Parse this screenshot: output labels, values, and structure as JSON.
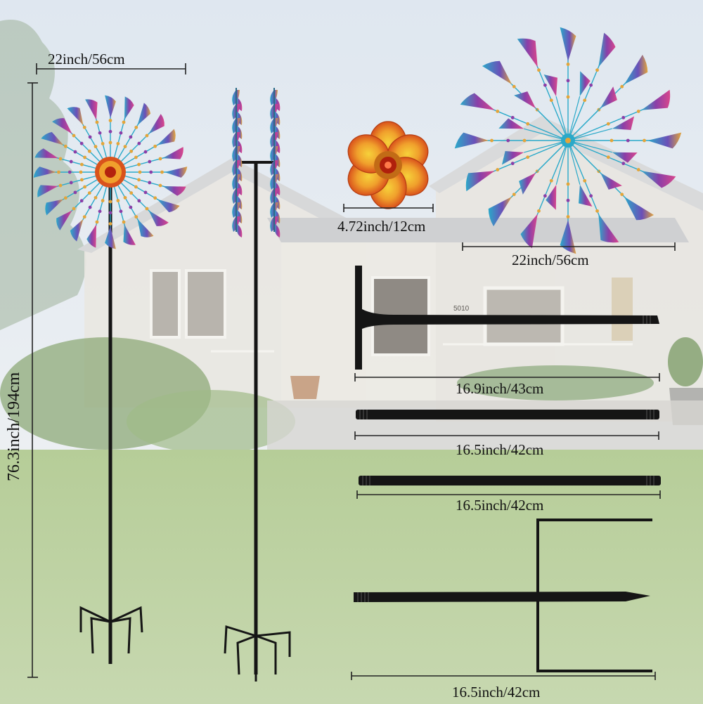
{
  "dimensions": {
    "spinner_width": "22inch/56cm",
    "total_height": "76.3inch/194cm",
    "flower_width": "4.72inch/12cm",
    "wheel_width": "22inch/56cm",
    "top_rod_length": "16.9inch/43cm",
    "middle_rod_1_length": "16.5inch/42cm",
    "middle_rod_2_length": "16.5inch/42cm",
    "stake_length": "16.5inch/42cm"
  },
  "house_number": "5010",
  "colors": {
    "sky": "#e6ecf3",
    "lawn": "#a9c58c",
    "house": "#eceae4",
    "rod": "#151515",
    "petal_teal": "#2aa9c9",
    "petal_purple": "#8a3fa8",
    "petal_pink": "#d9478c",
    "petal_gold": "#e3a53a",
    "flower_orange": "#e8641f"
  }
}
